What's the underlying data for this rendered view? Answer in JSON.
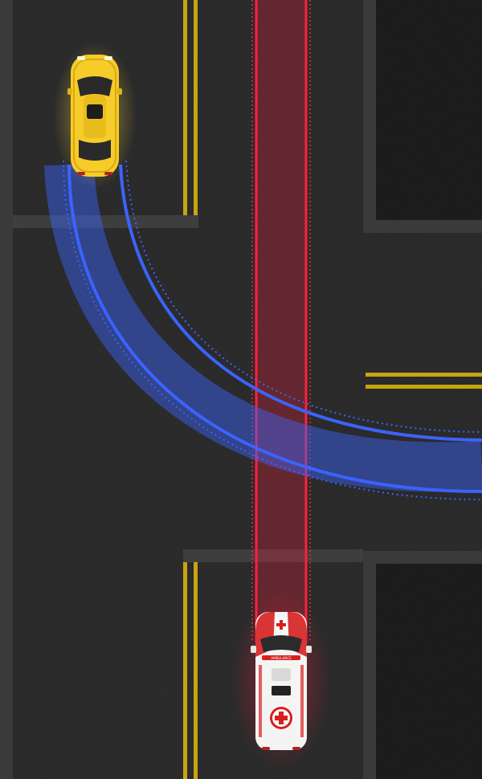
{
  "scene": {
    "colors": {
      "background": "#121212",
      "asphalt": "#222222",
      "curb": "#3a3a3a",
      "stop_line": "#3e3e3e",
      "yellow_line": "#c6a511",
      "taxi_path": "#3b63ff",
      "ambulance_path": "#ff1f3d",
      "taxi_body": "#f6cc2a",
      "ambulance_body": "#f4f4f4",
      "ambulance_stripe": "#d81f1f"
    }
  },
  "vehicles": [
    {
      "id": "taxi",
      "kind": "taxi",
      "heading": "south",
      "maneuver": "turn-left-to-east",
      "highlighted": true
    },
    {
      "id": "ambulance",
      "kind": "ambulance",
      "heading": "north",
      "maneuver": "straight",
      "highlighted": true
    }
  ],
  "ambulance_label": "AMBULANCE"
}
